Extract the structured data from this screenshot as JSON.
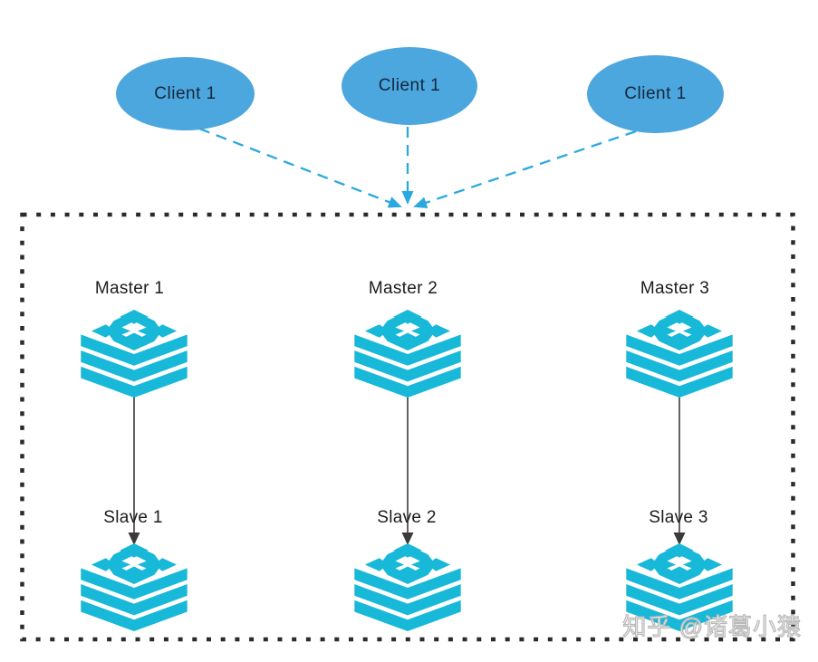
{
  "diagram_title": "redis-cluster-master-slave-architecture",
  "clients": [
    {
      "label": "Client 1"
    },
    {
      "label": "Client 1"
    },
    {
      "label": "Client 1"
    }
  ],
  "cluster": {
    "columns": [
      {
        "master_label": "Master 1",
        "slave_label": "Slave 1"
      },
      {
        "master_label": "Master 2",
        "slave_label": "Slave 2"
      },
      {
        "master_label": "Master 3",
        "slave_label": "Slave 3"
      }
    ]
  },
  "watermark": {
    "text": "知乎 @诸葛小猿"
  },
  "icons": {
    "node": "database-stack-icon",
    "client_to_cluster": "dashed-arrow",
    "master_to_slave": "solid-arrow"
  },
  "colors": {
    "client_fill": "#4ba7dd",
    "client_text": "#15273d",
    "icon_cyan": "#17b8d8",
    "dashed_arrow_blue": "#2aa9e1",
    "replication_arrow_dark": "#3a3a3a",
    "cluster_border": "#2b2b2b",
    "node_label_text": "#1c1c1c",
    "watermark_text": "#b9b9b9",
    "background": "#ffffff"
  }
}
